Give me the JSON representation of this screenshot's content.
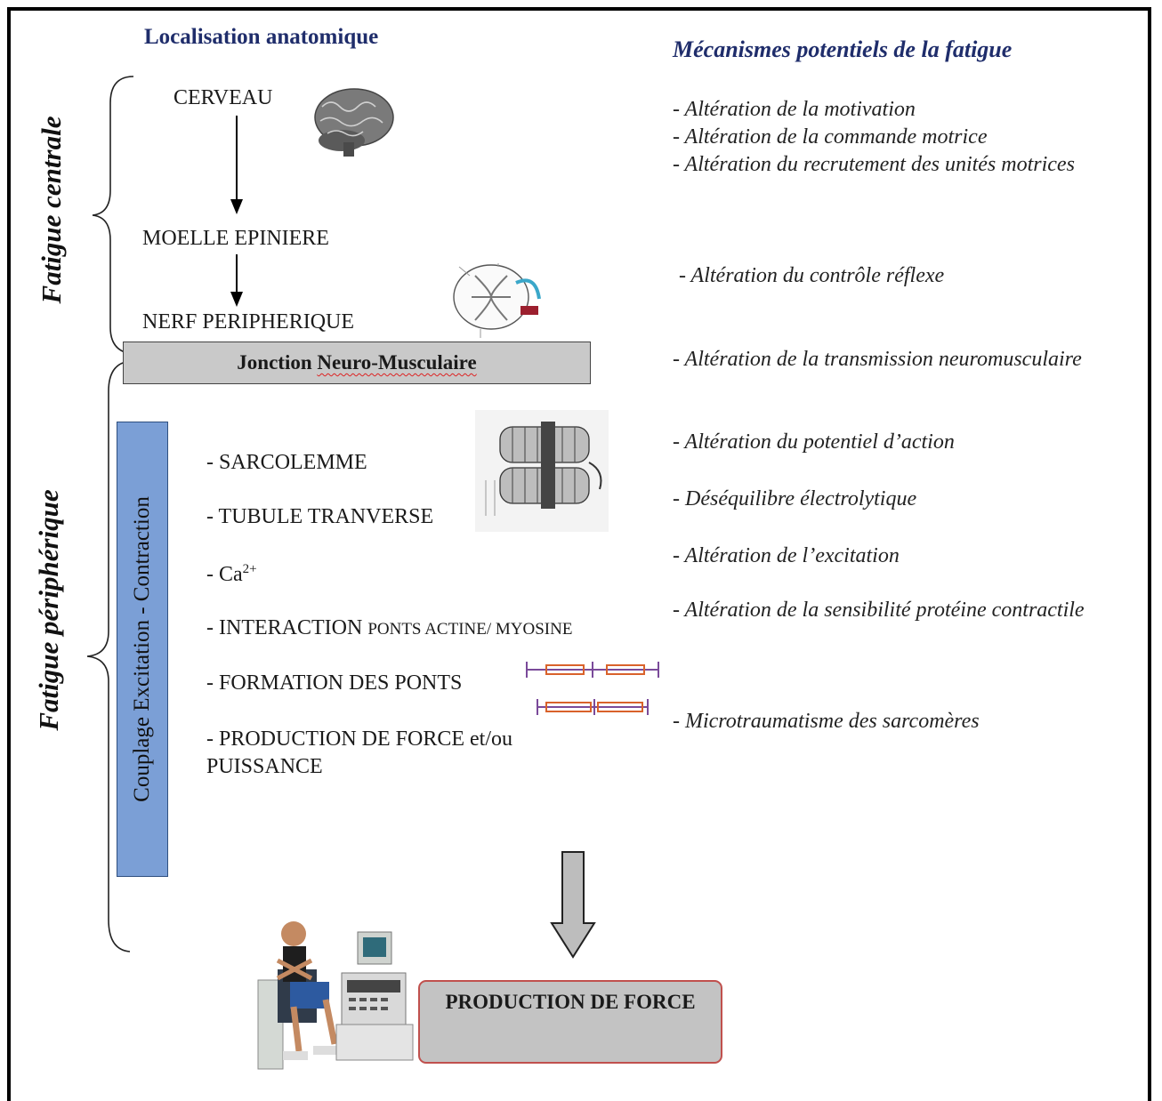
{
  "headers": {
    "left": "Localisation anatomique",
    "right": "Mécanismes potentiels de la fatigue"
  },
  "side_titles": {
    "central": "Fatigue centrale",
    "peripheral": "Fatigue périphérique"
  },
  "anatomy": {
    "cerveau": "CERVEAU",
    "moelle": "MOELLE EPINIERE",
    "nerf": "NERF PERIPHERIQUE",
    "jonction_a": "Jonction",
    "jonction_b": "Neuro-Musculaire"
  },
  "coupling_label": "Couplage Excitation - Contraction",
  "steps": {
    "sarcolemme": "- SARCOLEMME",
    "tubule": "- TUBULE TRANVERSE",
    "ca_prefix": "- Ca",
    "ca_sup": "2+",
    "interaction_a": "- INTERACTION",
    "interaction_b": "PONTS ACTINE/ MYOSINE",
    "formation": "- FORMATION DES PONTS",
    "production_1": "- PRODUCTION DE FORCE et/ou",
    "production_2": "PUISSANCE"
  },
  "mechanisms": [
    "- Altération de la motivation",
    "- Altération de la commande motrice",
    "- Altération du recrutement des unités motrices",
    "- Altération du contrôle réflexe",
    "- Altération de la transmission neuromusculaire",
    "- Altération du potentiel d’action",
    "- Déséquilibre électrolytique",
    "- Altération de l’excitation",
    "- Altération de la sensibilité protéine contractile",
    "- Microtraumatisme des sarcomères"
  ],
  "output": "PRODUCTION DE FORCE",
  "colors": {
    "header_blue": "#1f2d6b",
    "coupling_blue": "#7b9fd6",
    "box_grey": "#c9c9c9",
    "force_border": "#c0504d"
  }
}
